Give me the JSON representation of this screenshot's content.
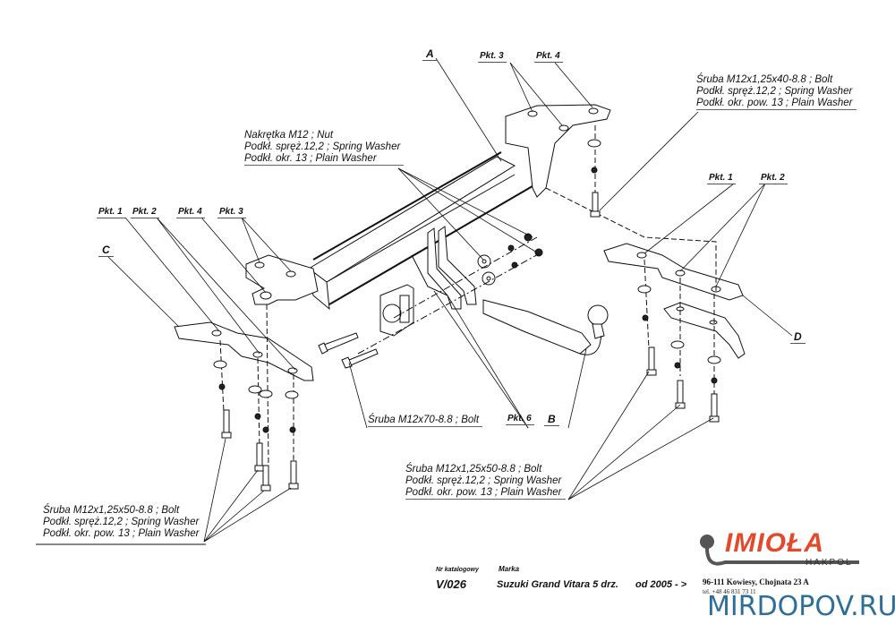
{
  "parts": {
    "A": "A",
    "B": "B",
    "C": "C",
    "D": "D"
  },
  "points": {
    "top_pkt3": "Pkt. 3",
    "top_pkt4": "Pkt. 4",
    "left_pkt1": "Pkt. 1",
    "left_pkt2": "Pkt. 2",
    "left_pkt4": "Pkt. 4",
    "left_pkt3": "Pkt. 3",
    "right_pkt1": "Pkt. 1",
    "right_pkt2": "Pkt. 2",
    "center_pkt6": "Pkt. 6"
  },
  "callouts": {
    "top_right_bolt": [
      "Śruba M12x1,25x40-8.8 ;  Bolt",
      "Podkł. spręż.12,2 ; Spring Washer",
      "Podkł. okr. pow. 13 ; Plain Washer"
    ],
    "nut": [
      "Nakrętka  M12 ; Nut",
      "Podkł. spręż.12,2 ; Spring Washer",
      "Podkł. okr. 13 ; Plain Washer"
    ],
    "center_bolt": "Śruba M12x70-8.8 ;  Bolt",
    "bottom_center_bolt": [
      "Śruba M12x1,25x50-8.8 ;  Bolt",
      "Podkł. spręż.12,2 ; Spring Washer",
      "Podkł. okr. pow. 13 ; Plain Washer"
    ],
    "bottom_left_bolt": [
      "Śruba M12x1,25x50-8.8 ;  Bolt",
      "Podkł. spręż.12,2 ; Spring Washer",
      "Podkł. okr. pow. 13 ; Plain Washer"
    ]
  },
  "title_block": {
    "catalog_label": "Nr katalogowy",
    "catalog_no": "V/026",
    "brand_label": "Marka",
    "model": "Suzuki Grand Vitara 5 drz.",
    "years": "od 2005 - >"
  },
  "company": {
    "logo": "IMIOŁA",
    "sub": "HAKPOL",
    "address": "96-111 Kowiesy, Chojnata 23 A",
    "tel": "tel. +48 46 831 73 11",
    "logo_color": "#e24a2b"
  },
  "watermark": {
    "text": "MIRDOPOV.RU",
    "color": "#2e6f9a"
  }
}
